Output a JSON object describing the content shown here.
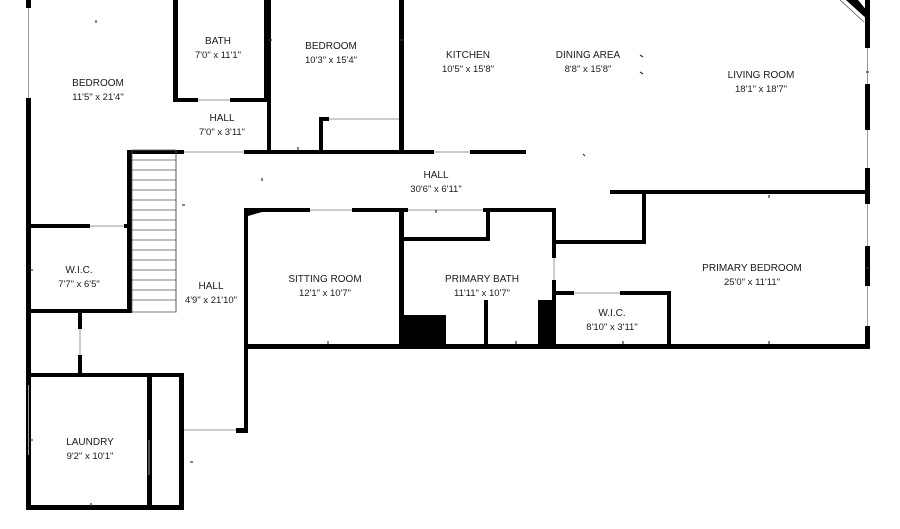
{
  "rooms": [
    {
      "id": "bedroom-1",
      "name": "BEDROOM",
      "dims": "11'5\" x 21'4\""
    },
    {
      "id": "bath",
      "name": "BATH",
      "dims": "7'0\" x 11'1\""
    },
    {
      "id": "bedroom-2",
      "name": "BEDROOM",
      "dims": "10'3\" x 15'4\""
    },
    {
      "id": "kitchen",
      "name": "KITCHEN",
      "dims": "10'5\" x 15'8\""
    },
    {
      "id": "dining-area",
      "name": "DINING AREA",
      "dims": "8'8\" x 15'8\""
    },
    {
      "id": "living-room",
      "name": "LIVING ROOM",
      "dims": "18'1\" x 18'7\""
    },
    {
      "id": "hall-small",
      "name": "HALL",
      "dims": "7'0\" x 3'11\""
    },
    {
      "id": "hall-main",
      "name": "HALL",
      "dims": "30'6\" x 6'11\""
    },
    {
      "id": "wic-left",
      "name": "W.I.C.",
      "dims": "7'7\" x 6'5\""
    },
    {
      "id": "hall-vertical",
      "name": "HALL",
      "dims": "4'9\" x 21'10\""
    },
    {
      "id": "sitting-room",
      "name": "SITTING ROOM",
      "dims": "12'1\" x 10'7\""
    },
    {
      "id": "primary-bath",
      "name": "PRIMARY BATH",
      "dims": "11'11\" x 10'7\""
    },
    {
      "id": "primary-bedroom",
      "name": "PRIMARY BEDROOM",
      "dims": "25'0\" x 11'11\""
    },
    {
      "id": "wic-primary",
      "name": "W.I.C.",
      "dims": "8'10\" x 3'11\""
    },
    {
      "id": "laundry",
      "name": "LAUNDRY",
      "dims": "9'2\" x 10'1\""
    }
  ]
}
